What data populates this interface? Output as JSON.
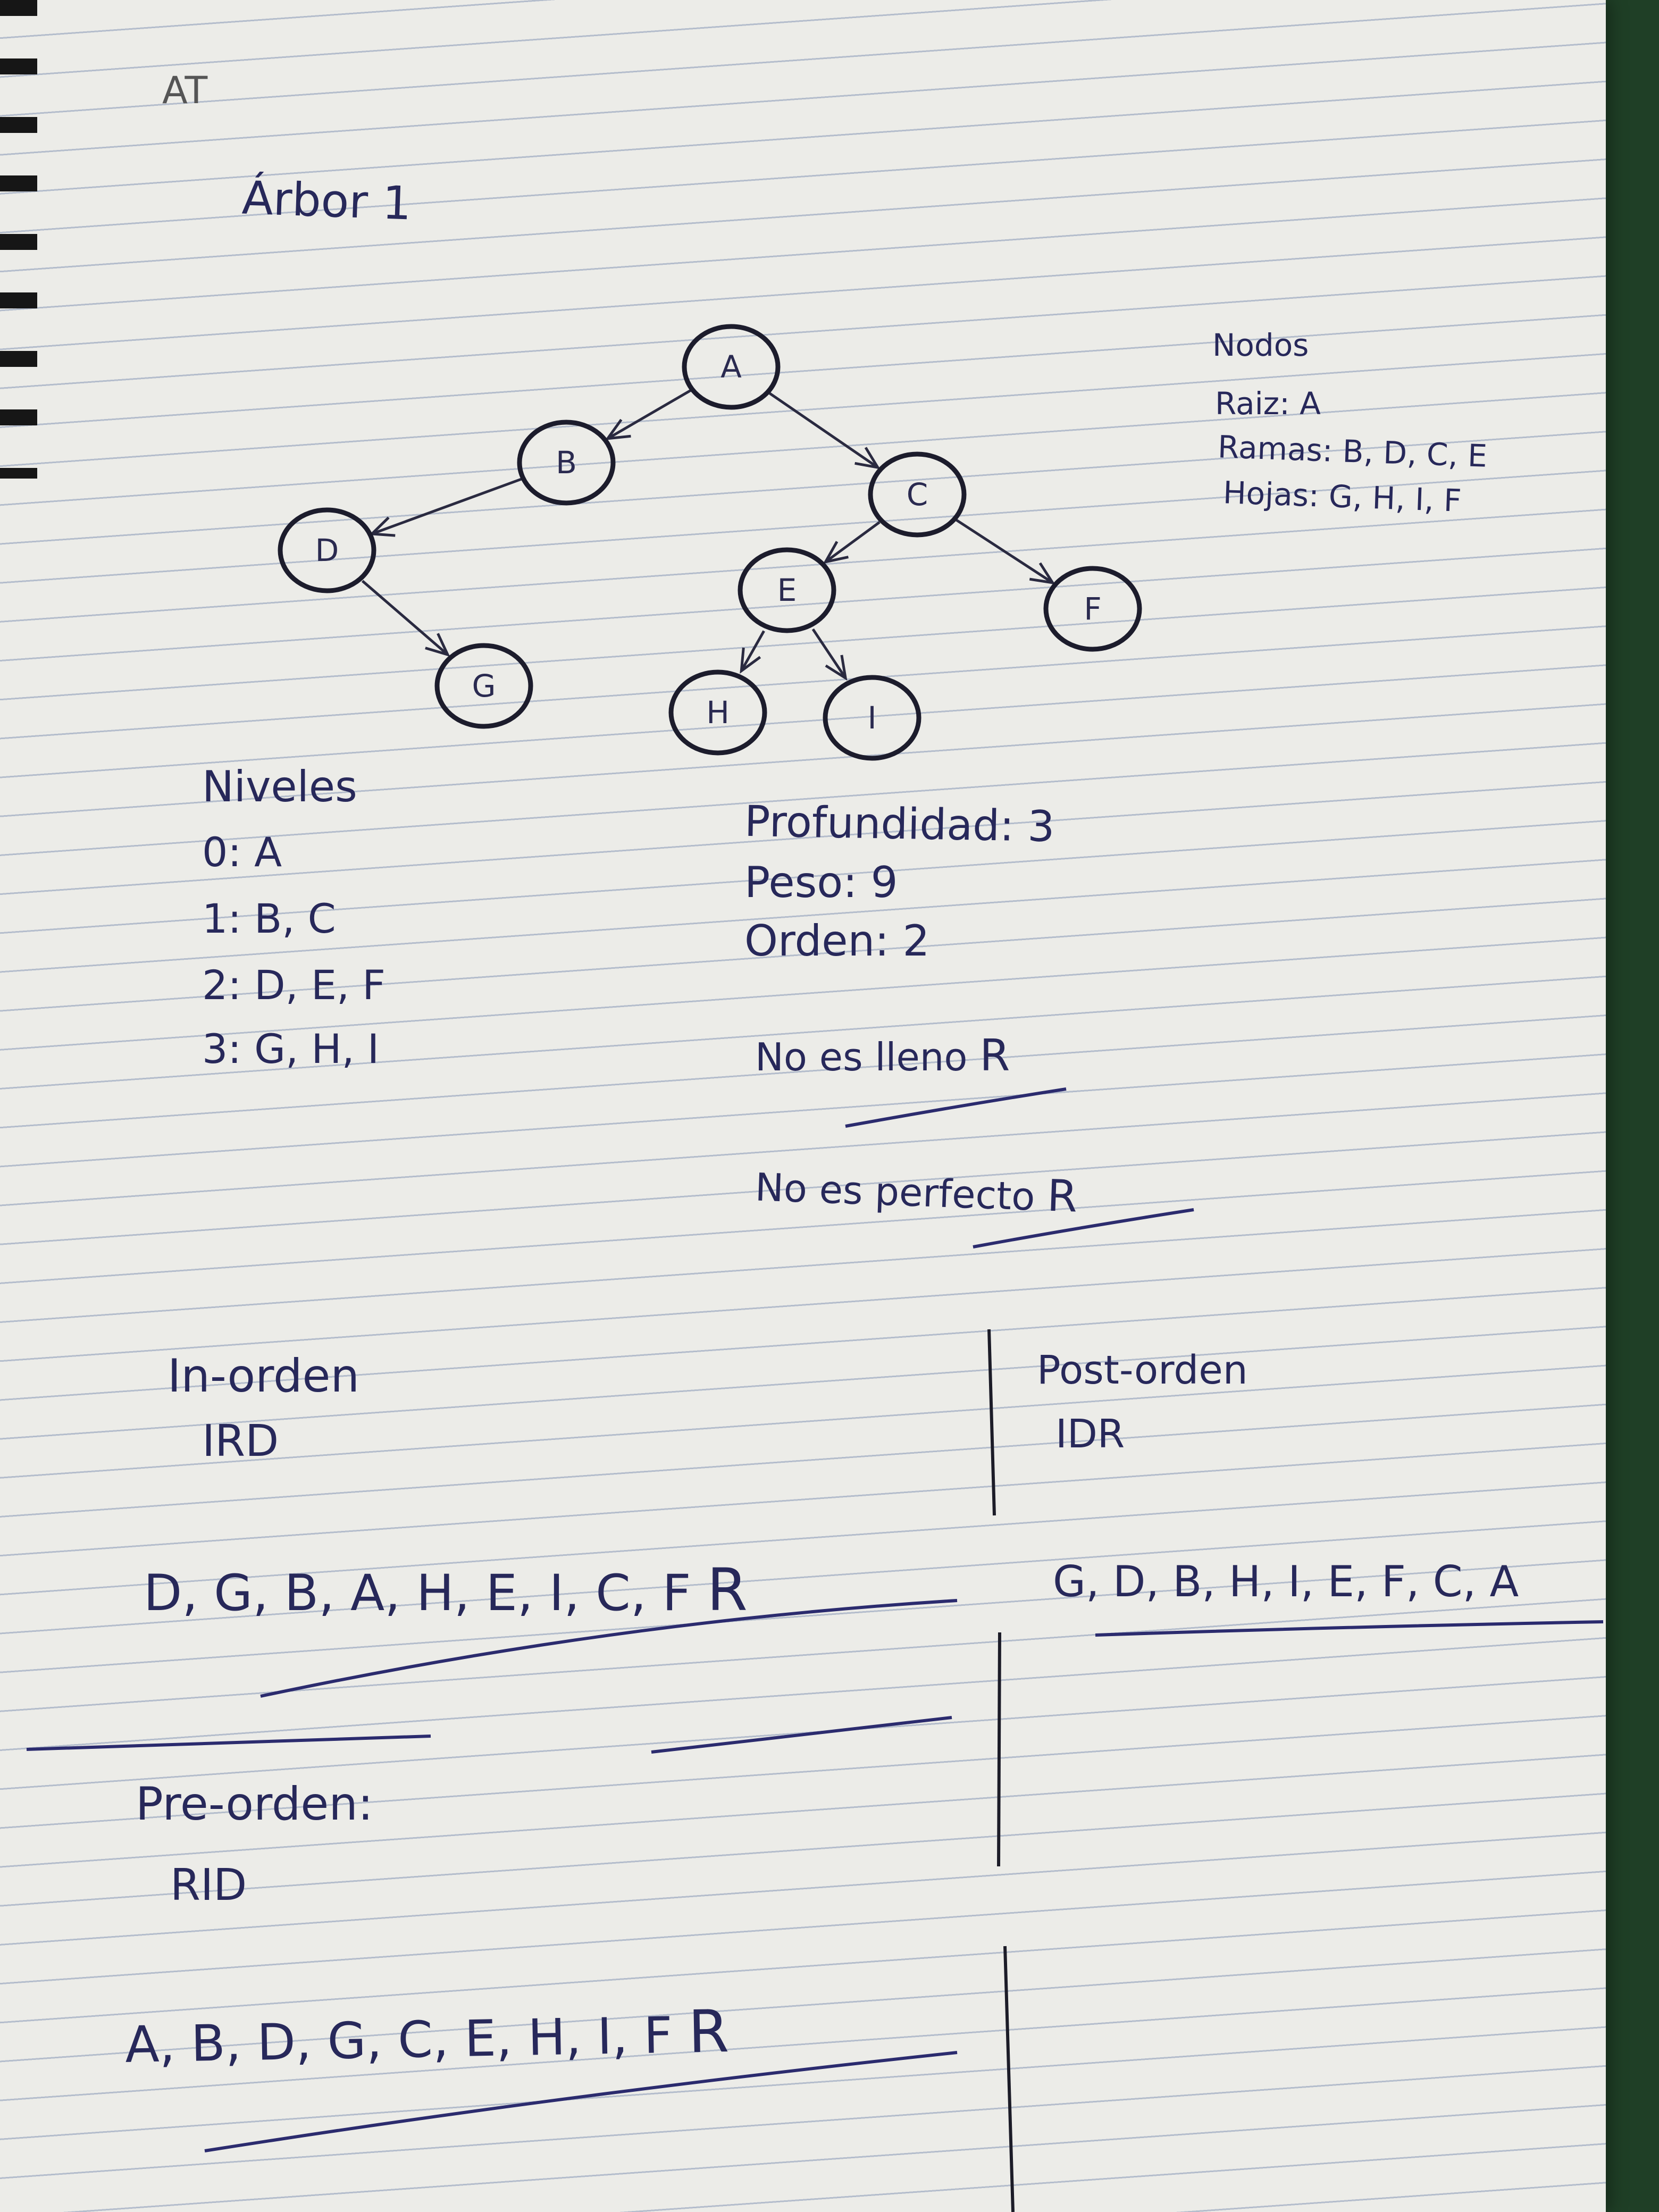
{
  "corner_mark": "AT",
  "title": "Árbor 1",
  "tree": {
    "nodes": [
      "A",
      "B",
      "C",
      "D",
      "E",
      "F",
      "G",
      "H",
      "I"
    ],
    "edges": [
      [
        "A",
        "B"
      ],
      [
        "A",
        "C"
      ],
      [
        "B",
        "D"
      ],
      [
        "D",
        "G"
      ],
      [
        "C",
        "E"
      ],
      [
        "C",
        "F"
      ],
      [
        "E",
        "H"
      ],
      [
        "E",
        "I"
      ]
    ]
  },
  "nodos": {
    "heading": "Nodos",
    "raiz": "Raiz: A",
    "ramas": "Ramas: B, D, C, E",
    "hojas": "Hojas: G, H, I, F"
  },
  "niveles": {
    "heading": "Niveles",
    "rows": [
      "0: A",
      "1: B, C",
      "2: D, E, F",
      "3: G, H, I"
    ]
  },
  "stats": {
    "profundidad": "Profundidad: 3",
    "peso": "Peso: 9",
    "orden": "Orden: 2",
    "lleno": "No es lleno",
    "perfecto": "No es perfecto",
    "mark": "R"
  },
  "in_orden": {
    "heading": "In-orden",
    "rule": "IRD",
    "sequence": "D, G, B, A, H, E, I, C, F",
    "mark": "R"
  },
  "post_orden": {
    "heading": "Post-orden",
    "rule": "IDR",
    "sequence": "G, D, B, H, I, E, F, C, A"
  },
  "pre_orden": {
    "heading": "Pre-orden:",
    "rule": "RID",
    "sequence": "A, B, D, G, C, E, H, I, F",
    "mark": "R"
  }
}
